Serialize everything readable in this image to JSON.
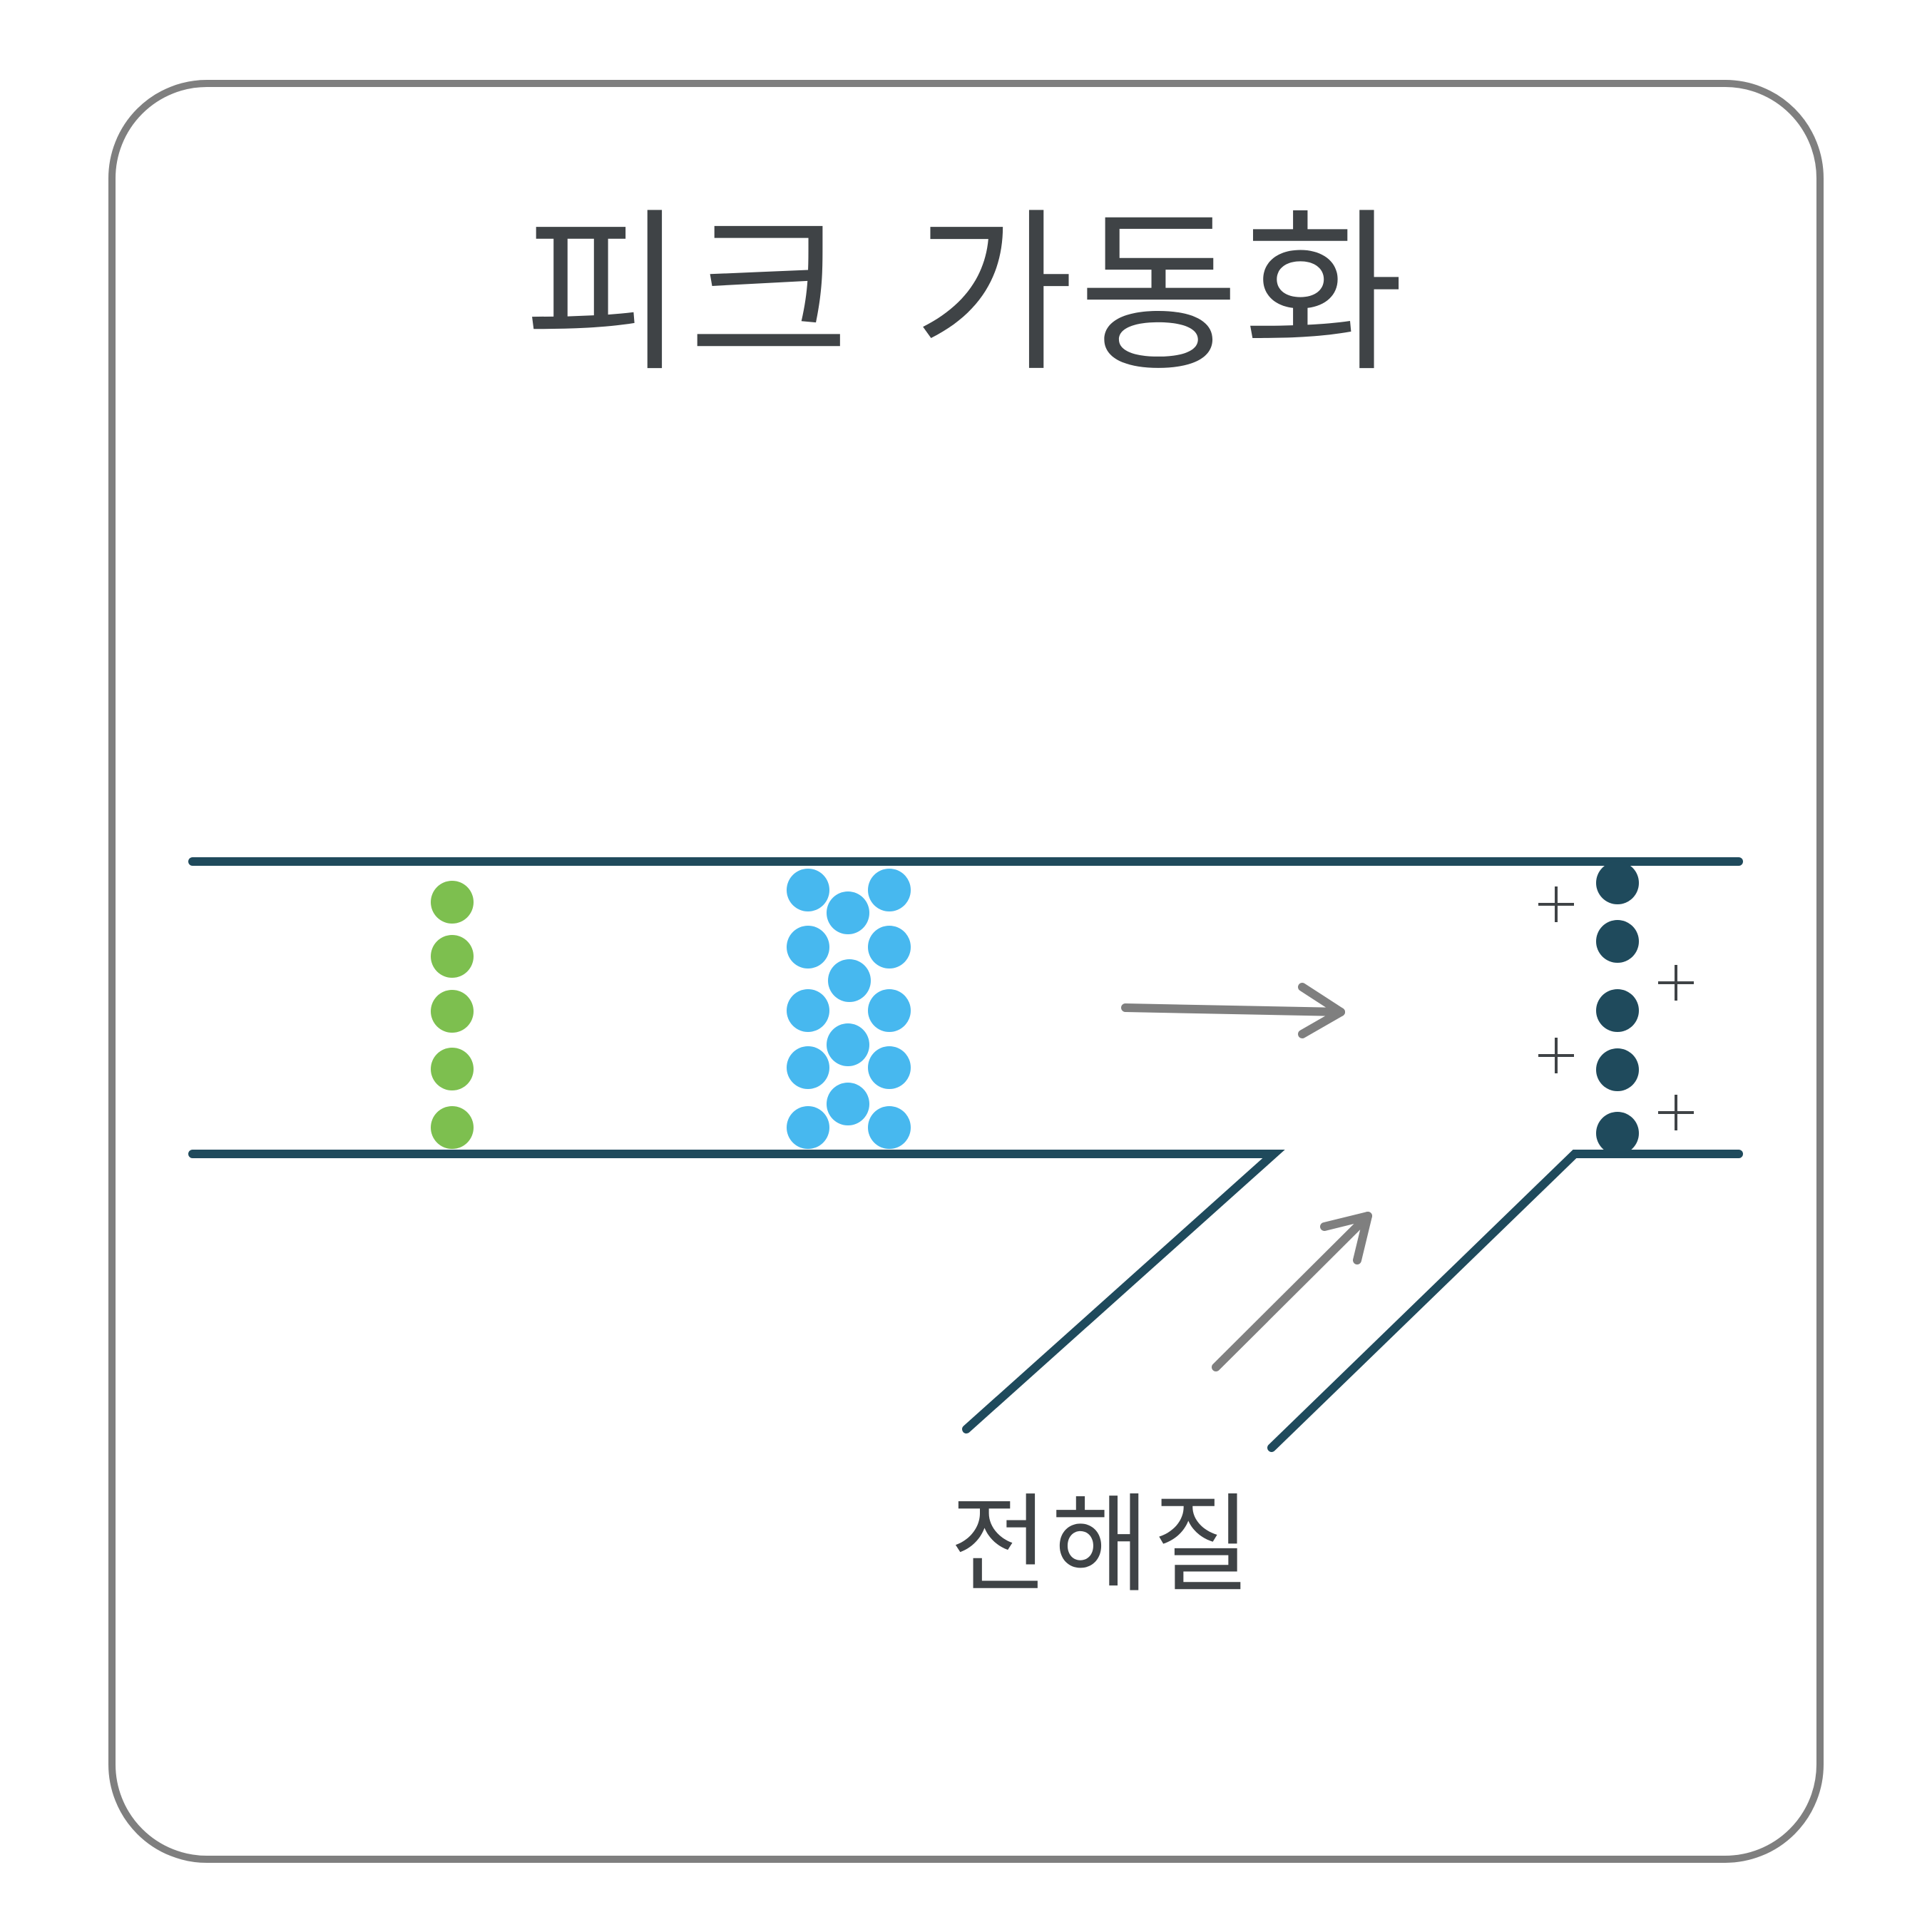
{
  "title": "피크 가동화",
  "electrolyte_label": "전해질",
  "charge_symbol": "+",
  "colors": {
    "border": "#7f7f7f",
    "channel": "#1f4a5c",
    "arrow": "#7f7f7f",
    "green_dots": "#7dbf4f",
    "blue_dots": "#47b8ef",
    "dark_dots": "#1f4a5c",
    "text": "#3f4346"
  },
  "groups": {
    "green_count": 5,
    "blue_count": 14,
    "dark_count": 5,
    "plus_count": 4
  }
}
